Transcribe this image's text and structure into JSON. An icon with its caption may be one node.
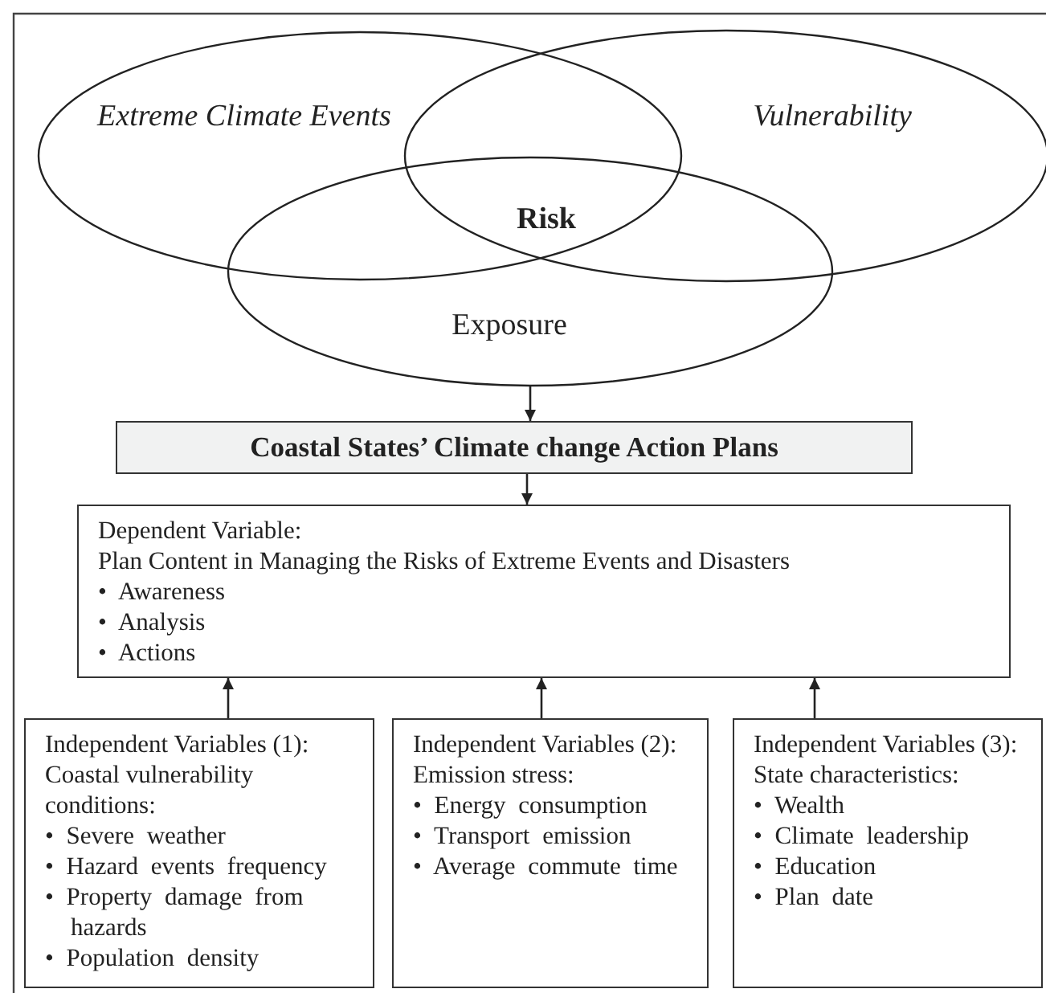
{
  "diagram": {
    "nodes": [
      {
        "text": [
          "Extreme Climate Events"
        ]
      },
      {
        "text": [
          "Vulnerability"
        ]
      },
      {
        "text": [
          "Exposure"
        ]
      },
      {
        "text": [
          "Coastal States’ Climate change Action Plans"
        ]
      },
      {
        "text": [
          "Dependent Variable:",
          "Plan Content in Managing the Risks of Extreme Events and Disasters",
          "• Awareness",
          "• Analysis",
          "• Actions"
        ]
      },
      {
        "text": [
          "Independent Variables (1):",
          "Coastal vulnerability conditions:",
          "• Severe weather",
          "• Hazard events frequency",
          "• Property damage from hazards",
          "• Population density"
        ]
      },
      {
        "text": [
          "Independent Variables (2):",
          "Emission stress:",
          "• Energy consumption",
          "• Transport emission",
          "• Average commute time"
        ]
      },
      {
        "text": [
          "Independent Variables (3):",
          "State characteristics:",
          "• Wealth",
          "• Climate leadership",
          "• Education",
          "• Plan date"
        ]
      }
    ],
    "edges": [
      {
        "from": 2,
        "to": 3,
        "arrow": "to"
      },
      {
        "from": 3,
        "to": 4,
        "arrow": "to"
      },
      {
        "from": 5,
        "to": 4,
        "arrow": "to"
      },
      {
        "from": 6,
        "to": 4,
        "arrow": "to"
      },
      {
        "from": 7,
        "to": 4,
        "arrow": "to"
      }
    ],
    "labels": [
      "Risk"
    ]
  }
}
